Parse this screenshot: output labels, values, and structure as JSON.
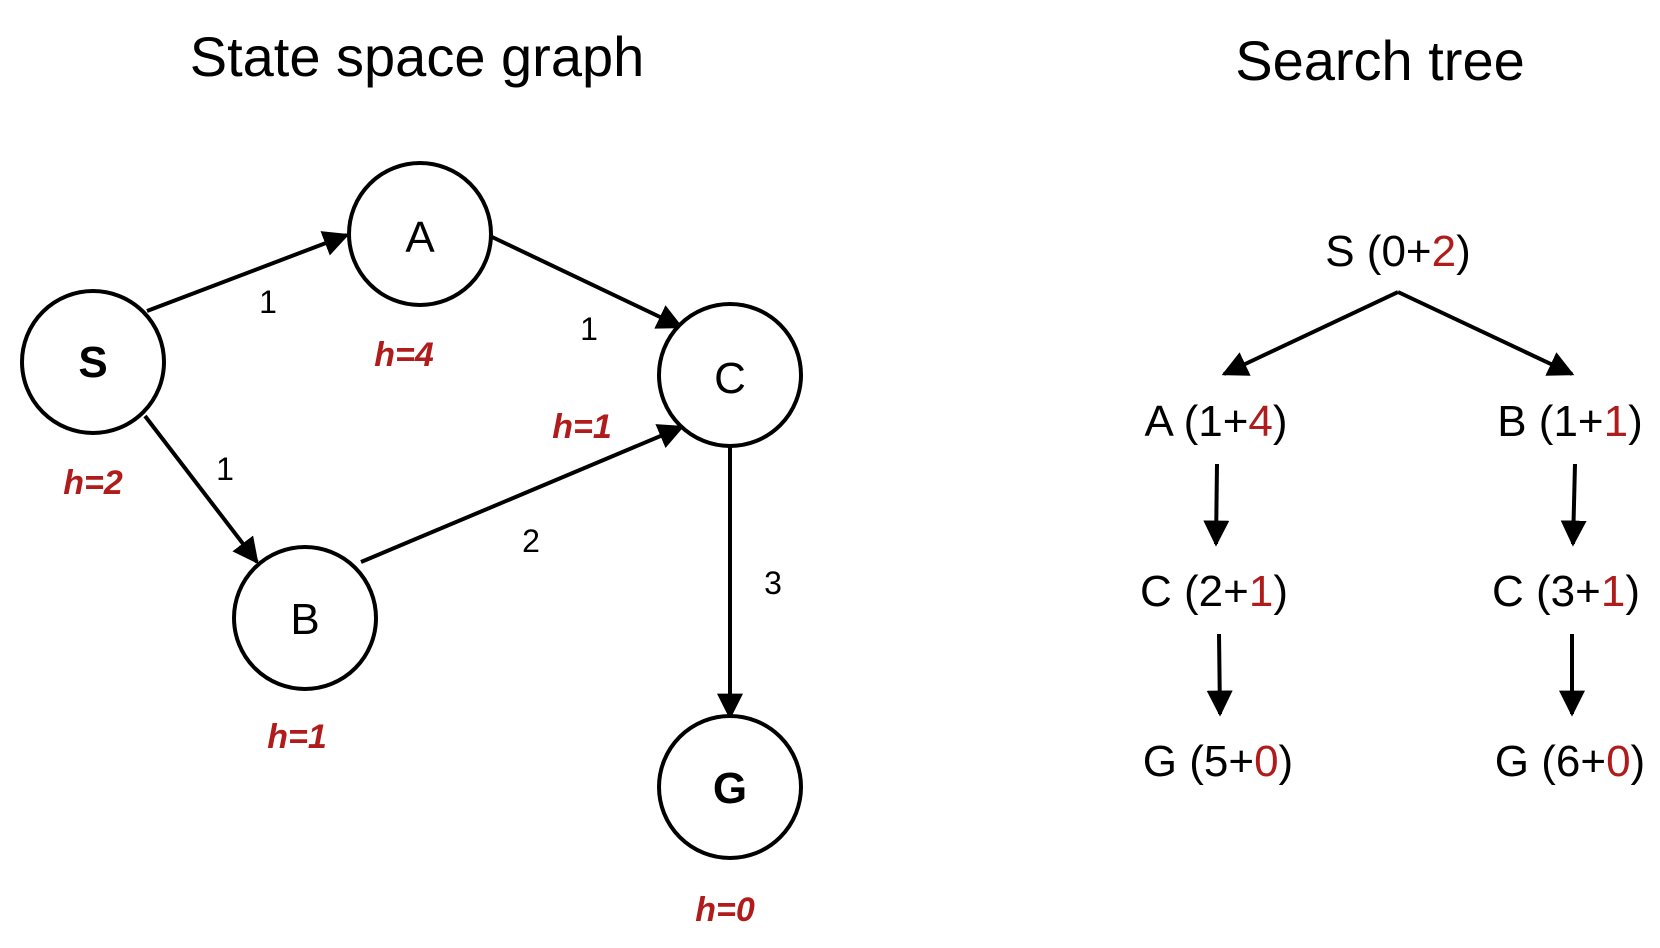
{
  "titles": {
    "graph": "State space graph",
    "tree": "Search tree"
  },
  "colors": {
    "heuristic": "#b01c1c",
    "stroke": "#000000"
  },
  "graph": {
    "nodes": {
      "S": {
        "label": "S",
        "h": "h=2"
      },
      "A": {
        "label": "A",
        "h": "h=4"
      },
      "B": {
        "label": "B",
        "h": "h=1"
      },
      "C": {
        "label": "C",
        "h": "h=1"
      },
      "G": {
        "label": "G",
        "h": "h=0"
      }
    },
    "edges": [
      {
        "from": "S",
        "to": "A",
        "weight": "1"
      },
      {
        "from": "S",
        "to": "B",
        "weight": "1"
      },
      {
        "from": "A",
        "to": "C",
        "weight": "1"
      },
      {
        "from": "B",
        "to": "C",
        "weight": "2"
      },
      {
        "from": "C",
        "to": "G",
        "weight": "3"
      }
    ]
  },
  "tree": {
    "root": {
      "node": "S",
      "g": "0",
      "h": "2"
    },
    "left": [
      {
        "node": "A",
        "g": "1",
        "h": "4"
      },
      {
        "node": "C",
        "g": "2",
        "h": "1"
      },
      {
        "node": "G",
        "g": "5",
        "h": "0"
      }
    ],
    "right": [
      {
        "node": "B",
        "g": "1",
        "h": "1"
      },
      {
        "node": "C",
        "g": "3",
        "h": "1"
      },
      {
        "node": "G",
        "g": "6",
        "h": "0"
      }
    ]
  }
}
